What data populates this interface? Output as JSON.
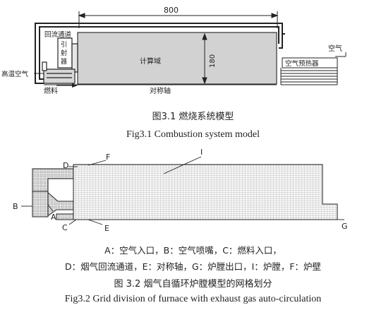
{
  "figure1": {
    "dimension_length": "800",
    "dimension_height": "180",
    "labels": {
      "recirculation_channel": "回流通道",
      "induced_draft": [
        "引",
        "射",
        "器"
      ],
      "hot_air": "高温空气",
      "fuel": "燃料",
      "computational_domain": "计算域",
      "symmetry_axis": "对称轴",
      "air": "空气",
      "air_preheater": "空气预热器"
    },
    "caption_cn": "图3.1  燃烧系统模型",
    "caption_en": "Fig3.1 Combustion system model"
  },
  "figure2": {
    "point_labels": {
      "A": "A",
      "B": "B",
      "C": "C",
      "D": "D",
      "E": "E",
      "F": "F",
      "G": "G",
      "I": "I"
    },
    "legend_line1": "A：空气入口，B：空气喷嘴，C：燃料入口，",
    "legend_line2": "D：烟气回流通道，E：对称轴，G：炉膛出口，I：炉膛，F：炉壁",
    "caption_cn": "图 3.2  烟气自循环炉膛模型的网格划分",
    "caption_en": "Fig3.2 Grid division of furnace with exhaust gas auto-circulation"
  }
}
